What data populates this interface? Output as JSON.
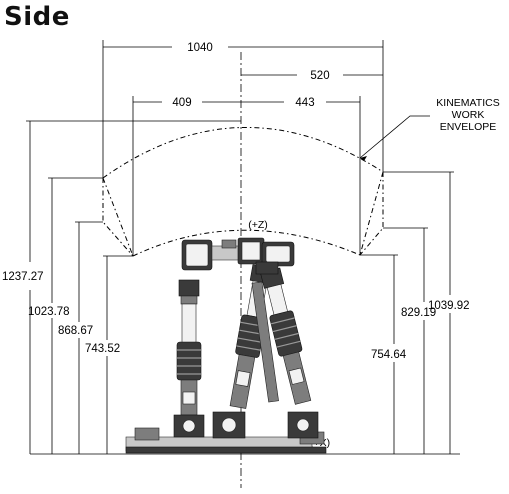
{
  "title": "Side",
  "envelope_label": [
    "KINEMATICS",
    "WORK",
    "ENVELOPE"
  ],
  "axis_labels": {
    "z": "(+Z)",
    "x": "(+X)"
  },
  "horizontal_dims": {
    "total_width": "1040",
    "half_right": "520",
    "left_inner": "409",
    "right_inner": "443"
  },
  "left_dims": {
    "outer": "1237.27",
    "upper": "1023.78",
    "mid": "868.67",
    "lower": "743.52"
  },
  "right_dims": {
    "upper": "1039.92",
    "mid": "829.19",
    "lower": "754.64"
  }
}
